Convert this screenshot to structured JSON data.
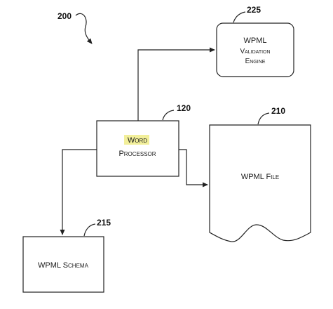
{
  "figure": {
    "ref_number": "200"
  },
  "nodes": {
    "validation_engine": {
      "ref": "225",
      "line1": "WPML",
      "line2": "Validation",
      "line3": "Engine"
    },
    "word_processor": {
      "ref": "120",
      "line1": "Word",
      "line2": "Processor",
      "highlight_color": "#f2ef9a"
    },
    "wpml_file": {
      "ref": "210",
      "label": "WPML File"
    },
    "wpml_schema": {
      "ref": "215",
      "label": "WPML Schema"
    }
  },
  "colors": {
    "line": "#222222",
    "text": "#1a1a1a",
    "highlight": "#f2ef9a"
  }
}
